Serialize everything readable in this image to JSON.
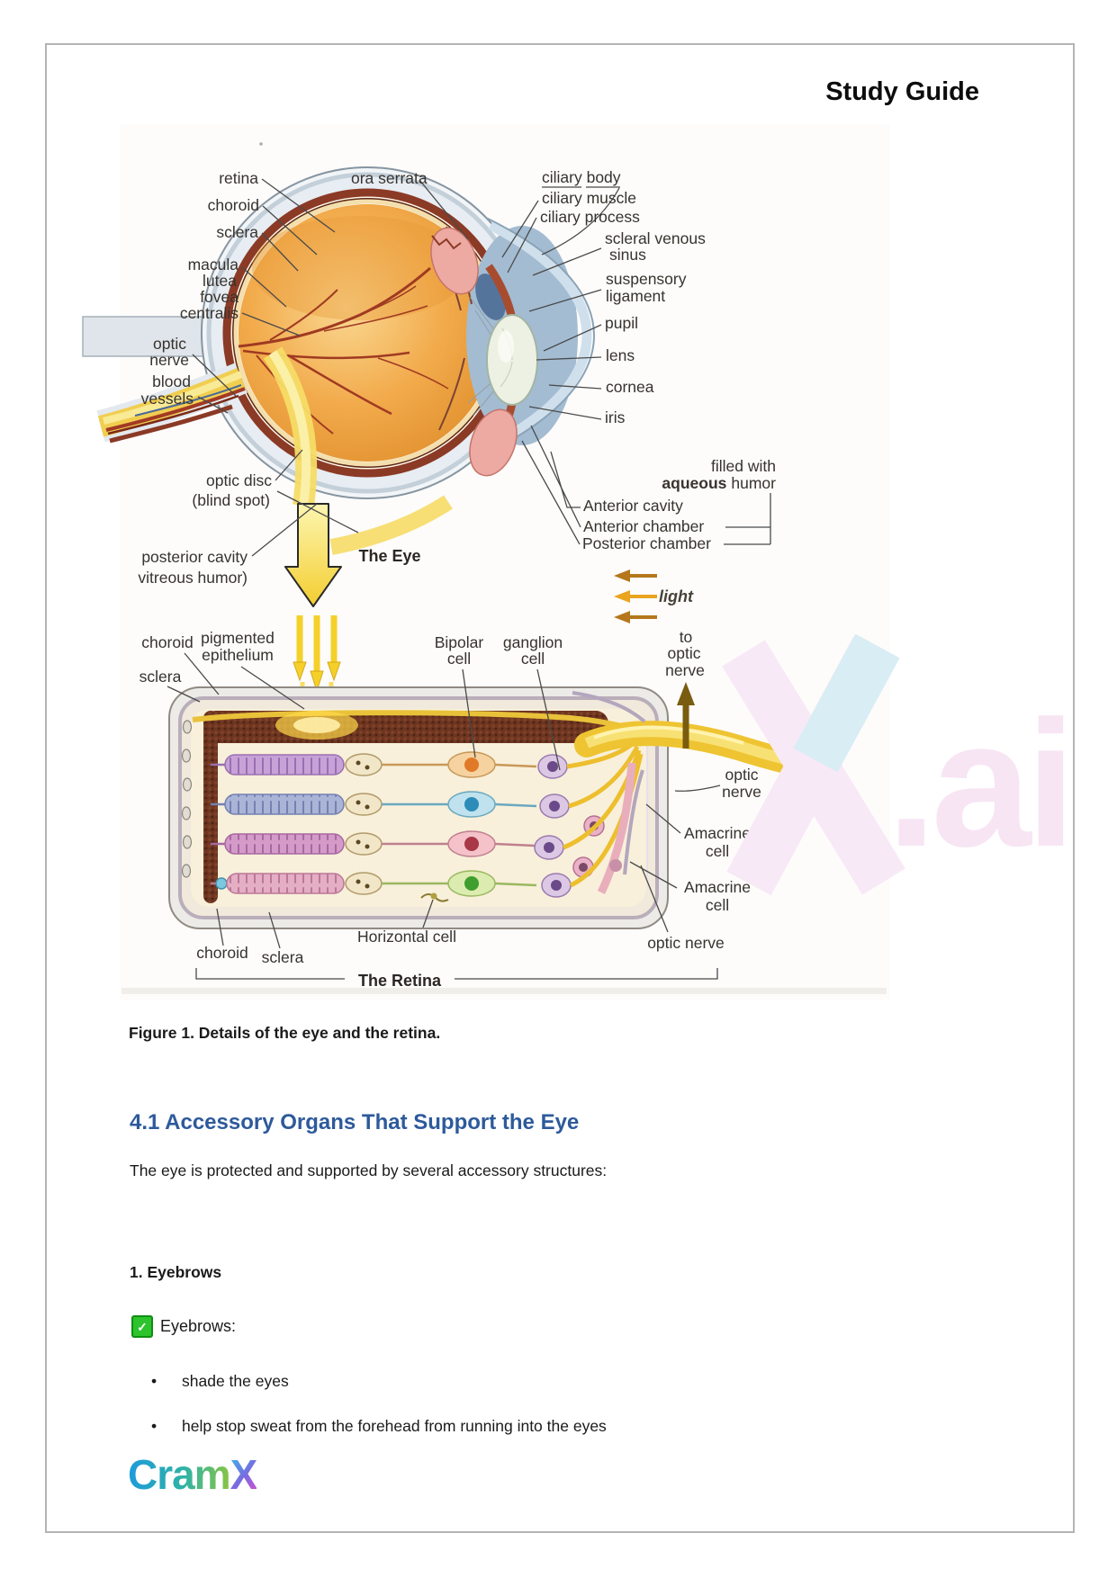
{
  "page": {
    "title": "Study Guide"
  },
  "figure": {
    "caption": "Figure 1. Details of the eye and the retina.",
    "eye": {
      "title": "The Eye",
      "labels": {
        "retina": "retina",
        "choroid": "choroid",
        "sclera": "sclera",
        "macula_1": "macula",
        "macula_2": "lutea",
        "fovea_1": "fovea",
        "fovea_2": "centralis",
        "optic_nerve_1": "optic",
        "optic_nerve_2": "nerve",
        "blood_vessels_1": "blood",
        "blood_vessels_2": "vessels",
        "optic_disc_1": "optic disc",
        "optic_disc_2": "(blind spot)",
        "posterior_cavity_1": "posterior cavity",
        "posterior_cavity_2": "vitreous humor)",
        "ora_serrata": "ora serrata",
        "ciliary_body": "ciliary body",
        "ciliary_muscle": "ciliary muscle",
        "ciliary_process": "ciliary process",
        "scleral_sinus_1": "scleral venous",
        "scleral_sinus_2": "sinus",
        "suspensory_1": "suspensory",
        "suspensory_2": "ligament",
        "pupil": "pupil",
        "lens": "lens",
        "cornea": "cornea",
        "iris": "iris",
        "filled_with": "filled with",
        "aqueous": "aqueous",
        "humor": "humor",
        "anterior_cavity": "Anterior cavity",
        "anterior_chamber": "Anterior chamber",
        "posterior_chamber": "Posterior chamber",
        "light": "light"
      }
    },
    "retina": {
      "title": "The Retina",
      "labels": {
        "choroid_top": "choroid",
        "pigmented_1": "pigmented",
        "pigmented_2": "epithelium",
        "sclera_top": "sclera",
        "bipolar_1": "Bipolar",
        "bipolar_2": "cell",
        "ganglion_1": "ganglion",
        "ganglion_2": "cell",
        "to_optic_1": "to",
        "to_optic_2": "optic",
        "to_optic_3": "nerve",
        "optic_nerve_mid_1": "optic",
        "optic_nerve_mid_2": "nerve",
        "amacrine_a_1": "Amacrine",
        "amacrine_a_2": "cell",
        "amacrine_b_1": "Amacrine",
        "amacrine_b_2": "cell",
        "optic_nerve_bottom": "optic nerve",
        "horizontal_cell": "Horizontal cell",
        "choroid_bottom": "choroid",
        "sclera_bottom": "sclera"
      }
    }
  },
  "section": {
    "heading": "4.1 Accessory Organs That Support the Eye",
    "intro": "The eye is protected and supported by several accessory structures:",
    "item_heading": "1. Eyebrows",
    "check_label": "Eyebrows:",
    "check_glyph": "✓",
    "bullet_glyph": "•",
    "bullets": [
      "shade the eyes",
      "help stop sweat from the forehead from running into the eyes"
    ]
  },
  "watermark": {
    "text": ".ai"
  },
  "footer": {
    "logo_cram": "Cram",
    "logo_x": "X"
  },
  "colors": {
    "heading_blue": "#2d5a9b",
    "check_green": "#2cc32c",
    "logo_gradient_start": "#1e9cd7",
    "logo_gradient_end": "#8dc63f",
    "logo_x_end": "#d84fd0",
    "watermark_pink": "#f8e9f6",
    "watermark_cyan": "#d9edf5",
    "eye_orange": "#f2ab4c",
    "choroid_red": "#8b3a26",
    "light_arrow_orange": "#b5771c"
  }
}
